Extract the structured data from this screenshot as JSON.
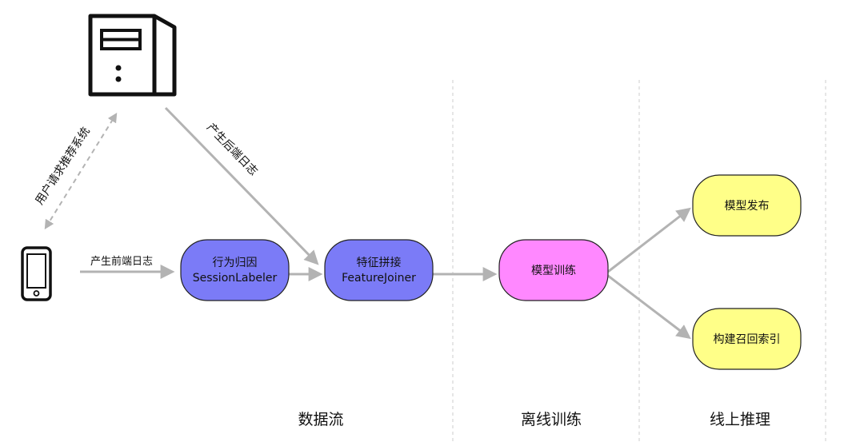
{
  "nodes": {
    "session_labeler": {
      "line1": "行为归因",
      "line2": "SessionLabeler",
      "color": "#7b7bf7"
    },
    "feature_joiner": {
      "line1": "特征拼接",
      "line2": "FeatureJoiner",
      "color": "#7b7bf7"
    },
    "model_training": {
      "line1": "模型训练",
      "color": "#ff88ff"
    },
    "model_publish": {
      "line1": "模型发布",
      "color": "#ffff88"
    },
    "build_index": {
      "line1": "构建召回索引",
      "color": "#ffff88"
    }
  },
  "edges": {
    "user_request": "用户请求推荐系统",
    "backend_log": "产生后端日志",
    "frontend_log": "产生前端日志"
  },
  "sections": {
    "data_flow": "数据流",
    "offline_training": "离线训练",
    "online_inference": "线上推理"
  },
  "icons": {
    "server": "server-icon",
    "phone": "mobile-phone-icon"
  },
  "colors": {
    "arrow": "#b3b3b3",
    "divider": "#cccccc",
    "node_stroke": "#222222"
  }
}
